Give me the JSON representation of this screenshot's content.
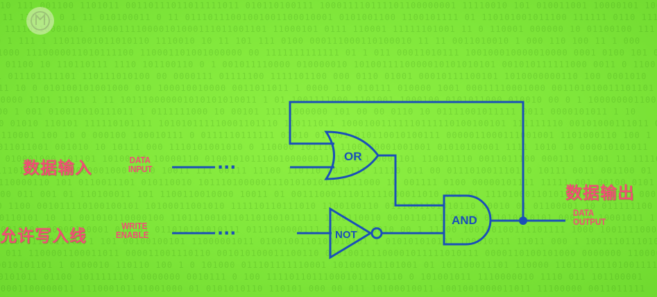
{
  "colors": {
    "background": "#7fe63a",
    "wire": "#1a4fb8",
    "label": "#ef4f75"
  },
  "logo": {
    "icon": "pbs-logo"
  },
  "inputs": {
    "data_input": {
      "label_cn": "数据输入",
      "label_en_1": "DATA",
      "label_en_2": "INPUT",
      "dots": "···"
    },
    "write_enable": {
      "label_cn": "允许写入线",
      "label_en_1": "WRITE",
      "label_en_2": "ENABLE",
      "dots": "···"
    }
  },
  "gates": {
    "or": "OR",
    "not": "NOT",
    "and": "AND"
  },
  "output": {
    "label_cn": "数据输出",
    "label_en_1": "DATA",
    "label_en_2": "OUTPUT"
  }
}
